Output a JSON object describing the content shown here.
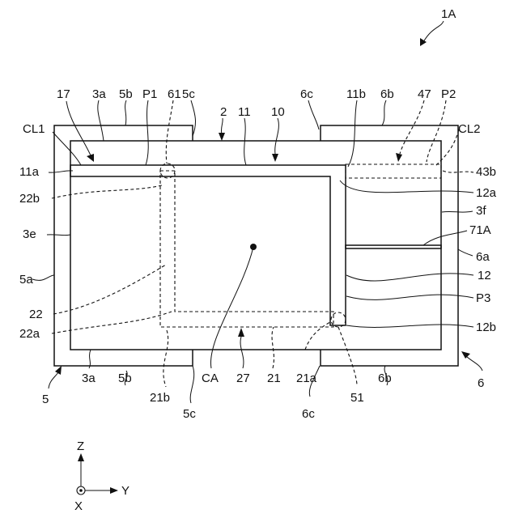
{
  "figure": {
    "title": "1A",
    "labels": {
      "l17": "17",
      "l3a_top": "3a",
      "l5b_top": "5b",
      "lP1": "P1",
      "l61": "61",
      "l5c_top": "5c",
      "l2": "2",
      "l11": "11",
      "l10": "10",
      "l6c_top": "6c",
      "l11b": "11b",
      "l6b_top": "6b",
      "l47": "47",
      "lP2": "P2",
      "lCL1": "CL1",
      "lCL2": "CL2",
      "l11a": "11a",
      "l43b": "43b",
      "l22b": "22b",
      "l12a": "12a",
      "l3f": "3f",
      "l3e": "3e",
      "l71A": "71A",
      "l6a": "6a",
      "l5a": "5a",
      "l12": "12",
      "l22": "22",
      "lP3": "P3",
      "l22a": "22a",
      "l12b": "12b",
      "lCA": "CA",
      "l27": "27",
      "l21": "21",
      "l21a": "21a",
      "l6": "6",
      "l5": "5",
      "l3a_bot": "3a",
      "l5b_bot": "5b",
      "l21b": "21b",
      "l6c_bot": "6c",
      "l51": "51",
      "l6b_bot": "6b",
      "l5c_bot": "5c"
    },
    "axes": {
      "z": "Z",
      "y": "Y",
      "x": "X"
    }
  }
}
